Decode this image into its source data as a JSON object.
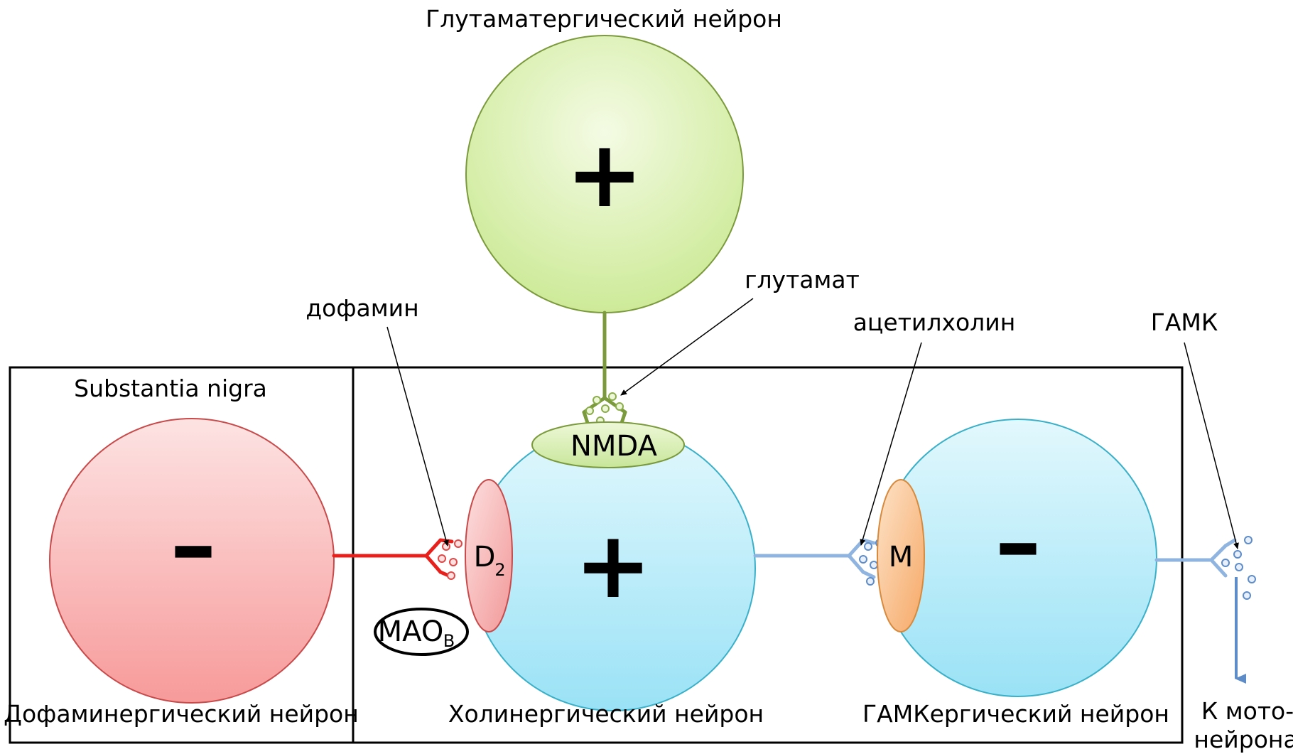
{
  "title_top": "Глутаматергический нейрон",
  "labels": {
    "dopamine": "дофамин",
    "glutamate": "глутамат",
    "acetylcholine": "ацетилхолин",
    "gaba": "ГАМК",
    "substantia_nigra": "Substantia nigra"
  },
  "neurons": {
    "dopaminergic": {
      "name": "Дофаминергический нейрон",
      "sign": "–"
    },
    "cholinergic": {
      "name": "Холинергический нейрон",
      "sign": "+"
    },
    "gabaergic": {
      "name": "ГАМКергический нейрон",
      "sign": "–"
    },
    "glutamatergic": {
      "sign": "+"
    }
  },
  "receptors": {
    "nmda": "NMDA",
    "d2_main": "D",
    "d2_sub": "2",
    "m": "M"
  },
  "mao": {
    "main": "MAO",
    "sub": "B"
  },
  "output": {
    "line1": "К мото-",
    "line2": "нейронам"
  },
  "colors": {
    "glutamatergic_fill": "#d4f0a0",
    "glutamatergic_stroke": "#7a9a3c",
    "dopaminergic_fill": "#f9a8a8",
    "dopaminergic_stroke": "#c84a4a",
    "cholinergic_fill": "#a8e8f8",
    "cholinergic_stroke": "#3ab0c8",
    "dopamine_axon": "#e8201c",
    "ach_axon": "#8fb4e0",
    "gaba_axon": "#5e8cc8",
    "m_receptor": "#f8b070"
  }
}
